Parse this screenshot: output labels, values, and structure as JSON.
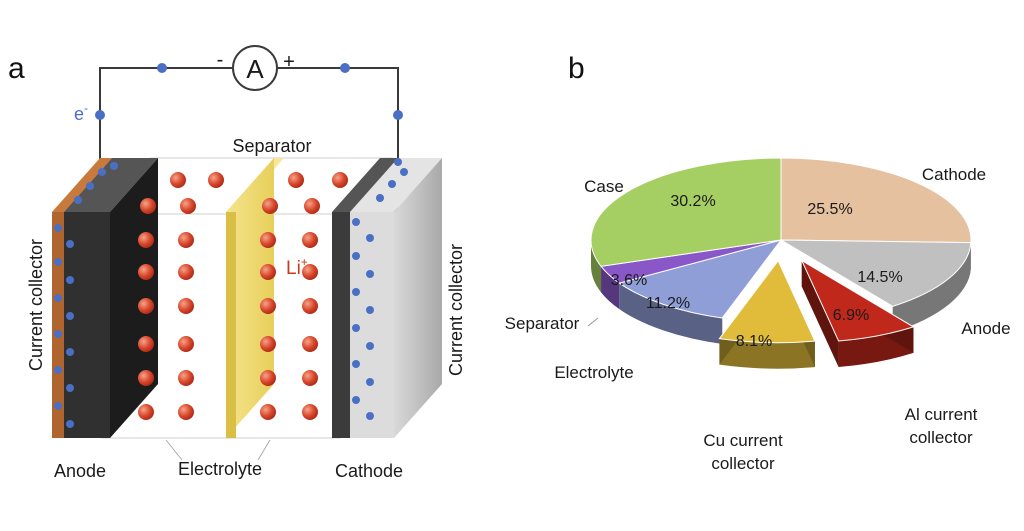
{
  "panel_a": {
    "letter": "a",
    "ammeter": {
      "symbol": "A",
      "minus": "-",
      "plus": "+"
    },
    "electron": "e",
    "electron_sup": "-",
    "separator": "Separator",
    "ion": "Li",
    "ion_sup": "+",
    "collector_left": "Current collector",
    "collector_right": "Current collector",
    "anode": "Anode",
    "electrolyte": "Electrolyte",
    "cathode": "Cathode",
    "colors": {
      "wire": "#3a3a3a",
      "electron_dot": "#4a6fc4",
      "ion_dot": "#d8452a",
      "anode_current_collector": "#b0652e",
      "anode": "#2e2e2e",
      "separator": "#efd86b",
      "cathode": "#3b3b3b",
      "cathode_current_collector": "#c9c9c9"
    }
  },
  "panel_b": {
    "letter": "b",
    "chart_data": {
      "type": "pie",
      "style": "3d exploded",
      "slices": [
        {
          "name": "Cathode",
          "value": 25.5,
          "label": "25.5%",
          "color": "#e6c1a0"
        },
        {
          "name": "Anode",
          "value": 14.5,
          "label": "14.5%",
          "color": "#c0c0c0"
        },
        {
          "name": "Al current collector",
          "value": 6.9,
          "label": "6.9%",
          "color": "#c0281c"
        },
        {
          "name": "Cu current collector",
          "value": 8.1,
          "label": "8.1%",
          "color": "#e0bc3a"
        },
        {
          "name": "Electrolyte",
          "value": 11.2,
          "label": "11.2%",
          "color": "#8f9ed6"
        },
        {
          "name": "Separator",
          "value": 3.6,
          "label": "3.6%",
          "color": "#8a57c9"
        },
        {
          "name": "Case",
          "value": 30.2,
          "label": "30.2%",
          "color": "#a6cf63"
        }
      ],
      "external_labels": {
        "cathode": "Cathode",
        "anode": "Anode",
        "al_1": "Al current",
        "al_2": "collector",
        "cu_1": "Cu current",
        "cu_2": "collector",
        "electrolyte": "Electrolyte",
        "separator": "Separator",
        "case": "Case"
      }
    }
  }
}
